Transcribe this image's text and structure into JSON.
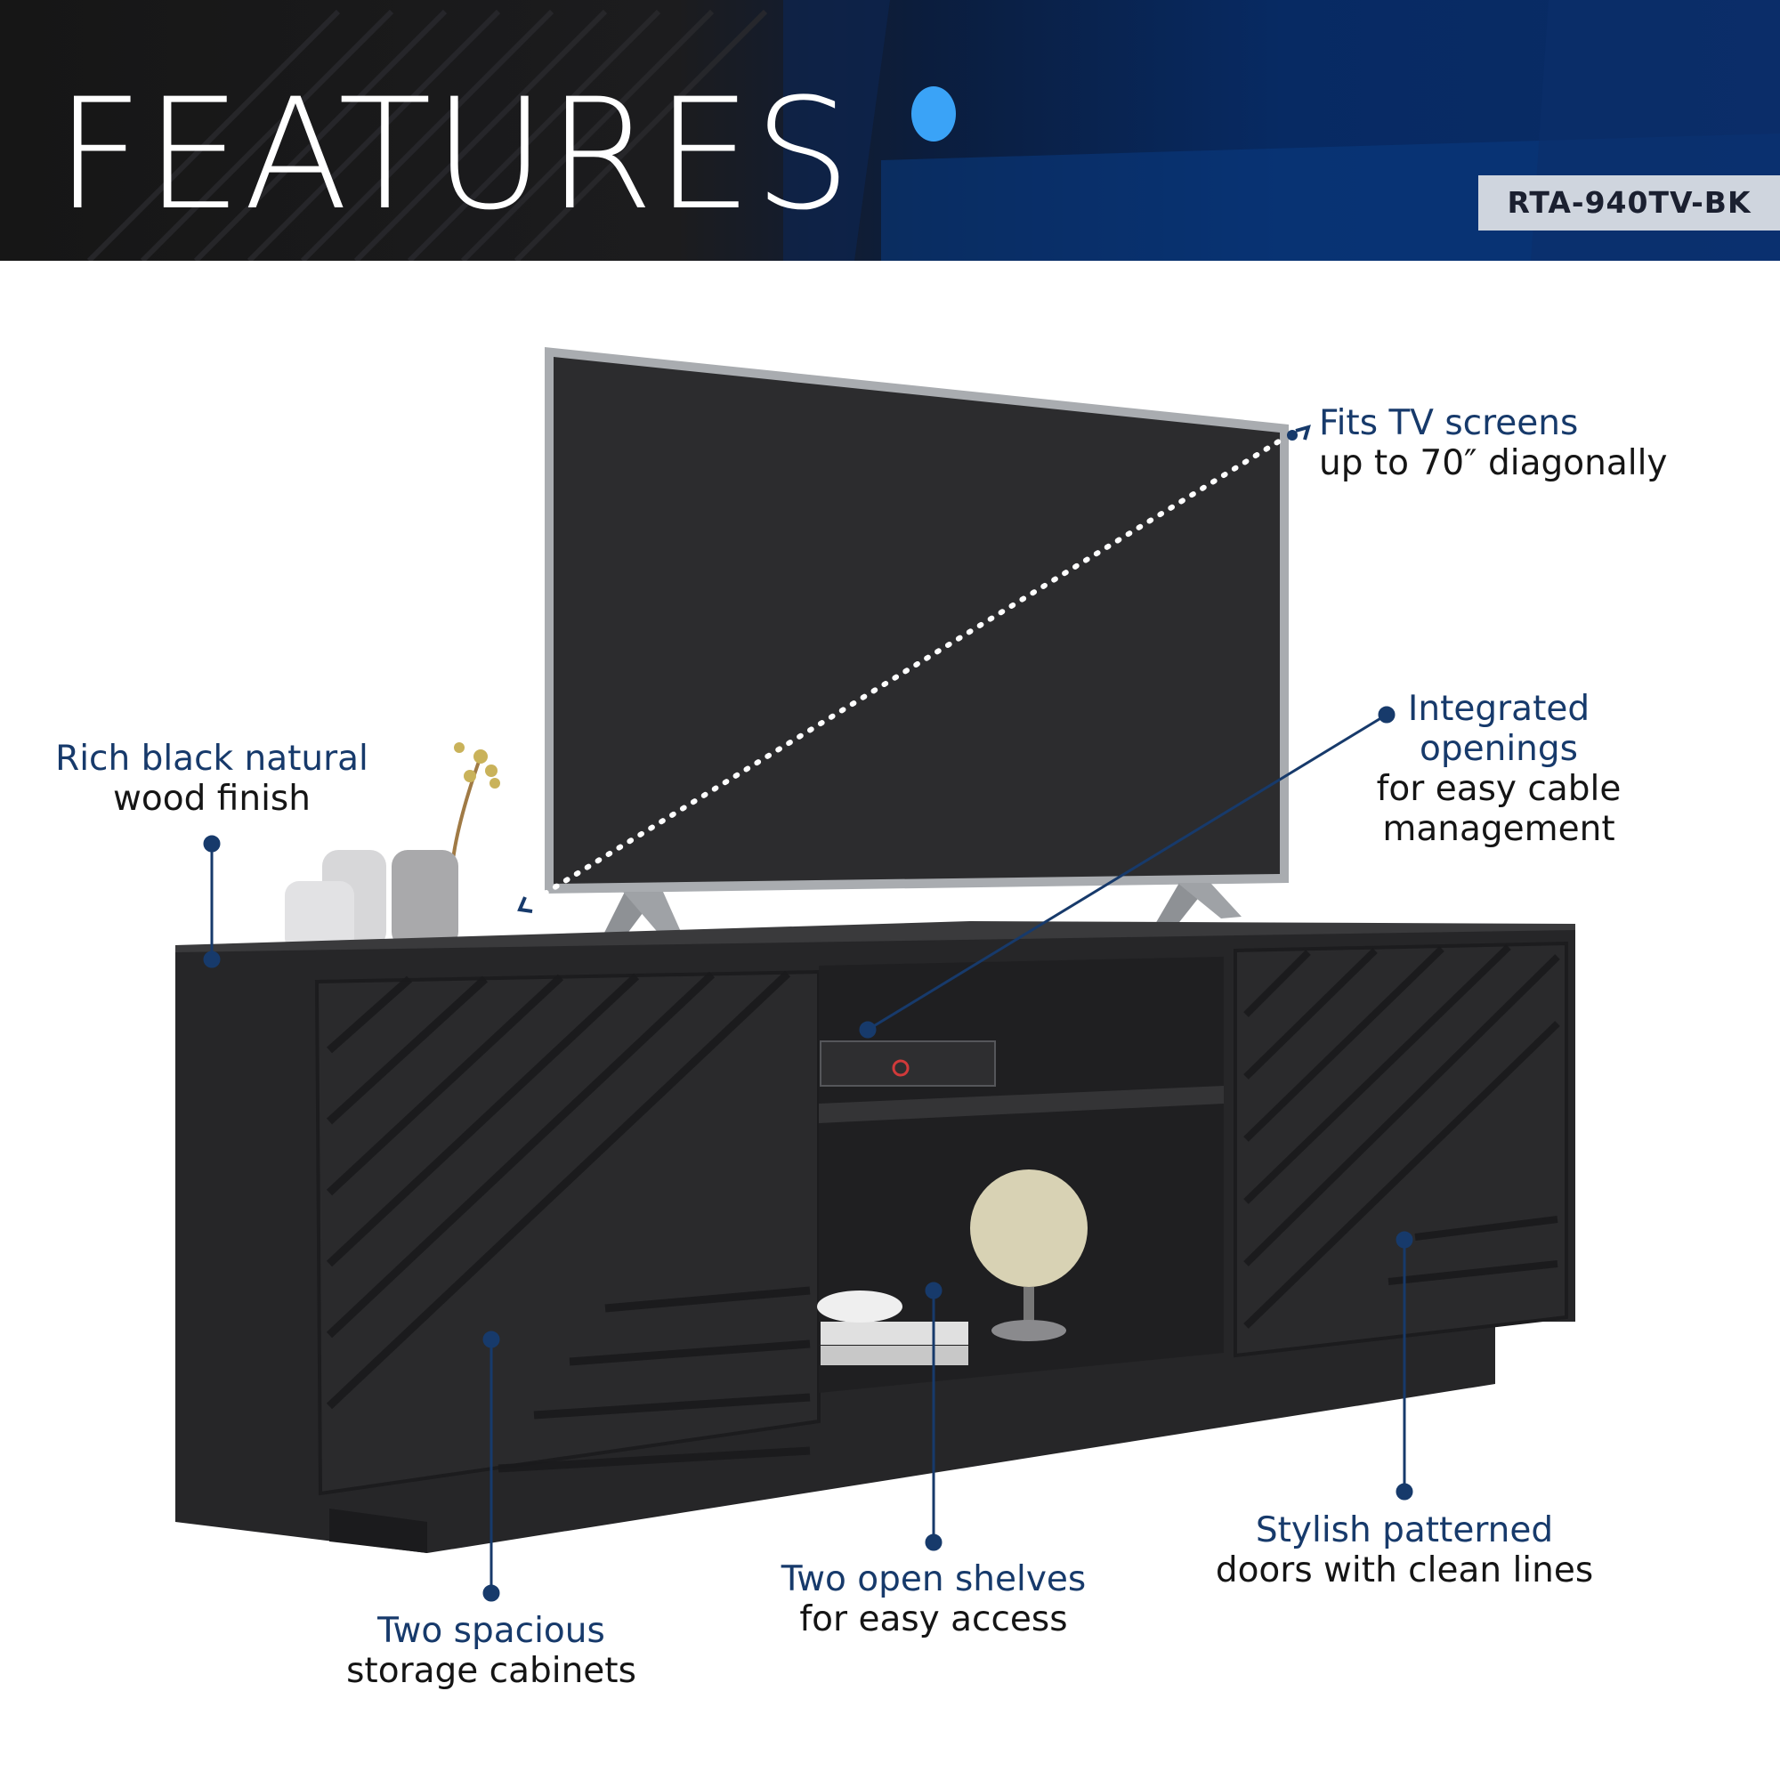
{
  "banner": {
    "title": "FEATURES",
    "sku": "RTA-940TV-BK"
  },
  "colors": {
    "accent_navy": "#173a6b",
    "banner_dark": "#161616",
    "banner_blue": "#072a63",
    "furniture_black": "#2a2a2c"
  },
  "features": [
    {
      "name": "fits-tv",
      "line1": "Fits TV screens",
      "line2": "up to 70″ diagonally"
    },
    {
      "name": "cable-management",
      "line1": "Integrated",
      "line2": "openings",
      "line3": "for easy cable",
      "line4": "management"
    },
    {
      "name": "wood-finish",
      "line1": "Rich black natural",
      "line2": "wood finish"
    },
    {
      "name": "storage-cabinets",
      "line1": "Two spacious",
      "line2": "storage cabinets"
    },
    {
      "name": "open-shelves",
      "line1": "Two open shelves",
      "line2": "for easy access"
    },
    {
      "name": "patterned-doors",
      "line1": "Stylish patterned",
      "line2": "doors with clean lines"
    }
  ]
}
